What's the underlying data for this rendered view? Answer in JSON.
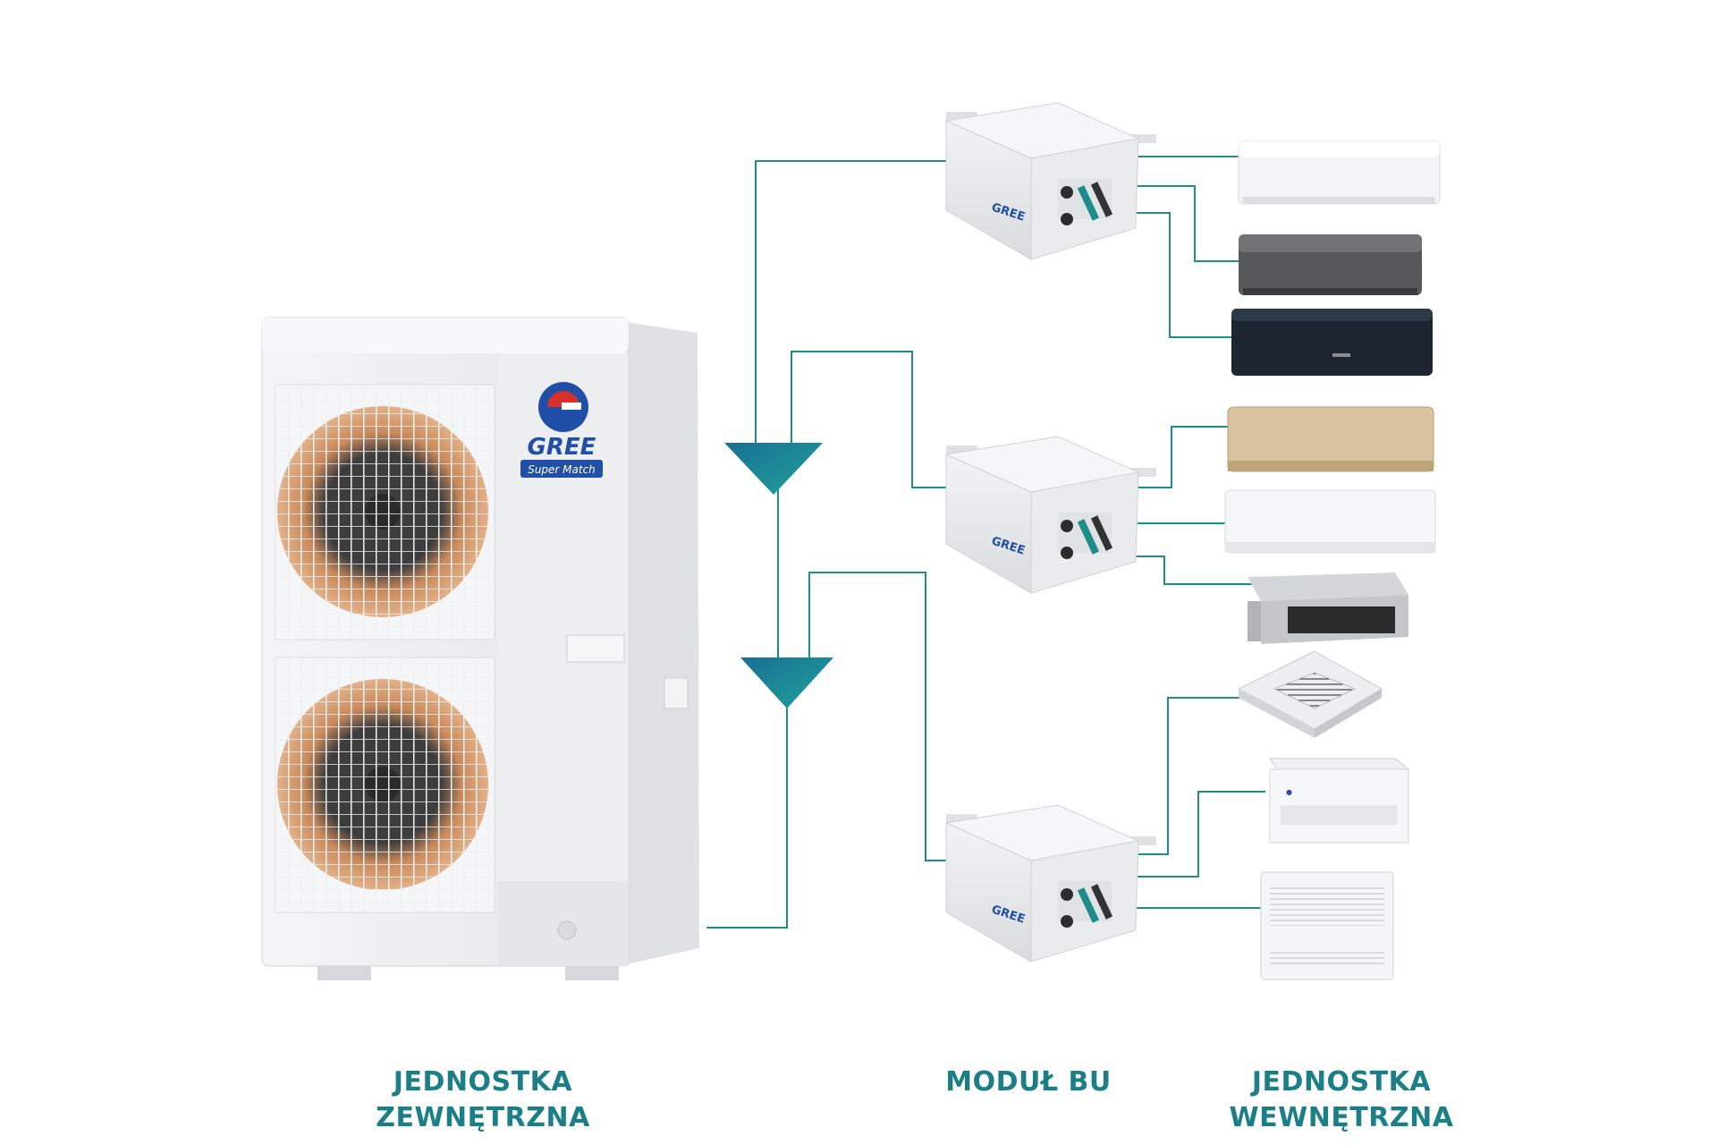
{
  "colors": {
    "line": "#1f8c8c",
    "caption": "#1b7f87",
    "brand_red": "#d9302b",
    "brand_blue": "#1f4fa6",
    "unit_body": "#eef0f1",
    "unit_shadow": "#c9cdd0",
    "fan_copper": "#c98a5c"
  },
  "outdoor_unit": {
    "brand": "GREE",
    "sub_brand": "Super Match"
  },
  "bu_modules": [
    {
      "brand": "GREE"
    },
    {
      "brand": "GREE"
    },
    {
      "brand": "GREE"
    }
  ],
  "indoor_units": [
    {
      "type": "wall-white"
    },
    {
      "type": "wall-grey"
    },
    {
      "type": "wall-black"
    },
    {
      "type": "wall-gold"
    },
    {
      "type": "wall-white"
    },
    {
      "type": "duct"
    },
    {
      "type": "cassette"
    },
    {
      "type": "ceiling-floor"
    },
    {
      "type": "console"
    }
  ],
  "captions": {
    "outdoor": {
      "line1": "JEDNOSTKA",
      "line2": "ZEWNĘTRZNA"
    },
    "bu": {
      "line1": "MODUŁ BU"
    },
    "indoor": {
      "line1": "JEDNOSTKA",
      "line2": "WEWNĘTRZNA"
    }
  }
}
